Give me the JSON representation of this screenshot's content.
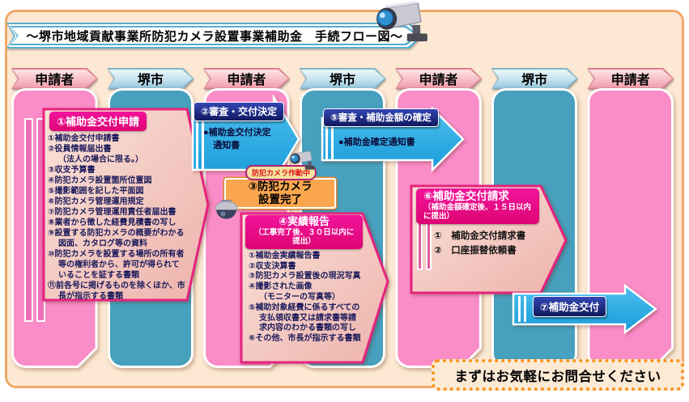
{
  "title": "～堺市地域貢献事業所防犯カメラ設置事業補助金　手続フロー図～",
  "columns": [
    {
      "label": "申請者"
    },
    {
      "label": "堺市"
    },
    {
      "label": "申請者"
    },
    {
      "label": "堺市"
    },
    {
      "label": "申請者"
    },
    {
      "label": "堺市"
    },
    {
      "label": "申請者"
    }
  ],
  "steps": {
    "step1": {
      "title": "①補助金交付申請",
      "items": [
        "①補助金交付申請書",
        "②役員情報届出書\n（法人の場合に限る。）",
        "③収支予算書",
        "④防犯カメラ設置箇所位置図",
        "⑤撮影範囲を記した平面図",
        "⑥防犯カメラ管理運用規定",
        "⑦防犯カメラ管理運用責任者届出書",
        "⑧業者から徴した経費見積書の写し",
        "⑨設置する防犯カメラの概要がわかる図面、カタログ等の資料",
        "⑩防犯カメラを設置する場所の所有者等の権利者から、許可が得られていることを証する書類",
        "⑪前各号に掲げるものを除くほか、市長が指示する書類"
      ]
    },
    "step2": {
      "title": "②審査・交付決定",
      "note": "●補助金交付決定\n    通知書"
    },
    "camera_status": "防犯カメラ作動中",
    "step3": {
      "title": "③防犯カメラ\n設置完了"
    },
    "step4": {
      "title": "④実績報告",
      "subtitle": "（工事完了後、３０日以内に提出）",
      "items": [
        "①補助金実績報告書",
        "②収支決算書",
        "③防犯カメラ設置後の現況写真",
        "④撮影された画像\n（モニターの写真等）",
        "⑤補助対象経費に係るすべての支払領収書又は請求書等請求内容のわかる書類の写し",
        "⑥その他、市長が指示する書類"
      ]
    },
    "step5": {
      "title": "⑤審査・補助金額の確定",
      "note": "●補助金確定通知書"
    },
    "step6": {
      "title": "⑥補助金交付請求",
      "subtitle": "（補助金額確定後、１５日以内に提出）",
      "items": [
        "①　補助金交付請求書",
        "②　口座振替依頼書"
      ]
    },
    "step7": {
      "title": "⑦補助金交付"
    }
  },
  "footer": {
    "contact_message": "まずはお気軽にお問合せください"
  },
  "icons": {
    "title_camera": "cctv-camera",
    "small_camera": "cctv-camera",
    "dome_camera": "dome-camera"
  },
  "colors": {
    "panel-bg": "#FCE8D3",
    "panel-border": "#EFA96B",
    "col-pink": "#FA8CC7",
    "col-teal": "#47A0BD",
    "magenta": "#E6067E",
    "arrow-blue": "#29ABE2",
    "navy": "#1B2A8A",
    "orange-box": "#F9A64F",
    "footer-orange": "#F7941E",
    "ribbon-blue": "#56AECE",
    "status-red": "#E01818",
    "status-bg": "#F2E3A0"
  }
}
